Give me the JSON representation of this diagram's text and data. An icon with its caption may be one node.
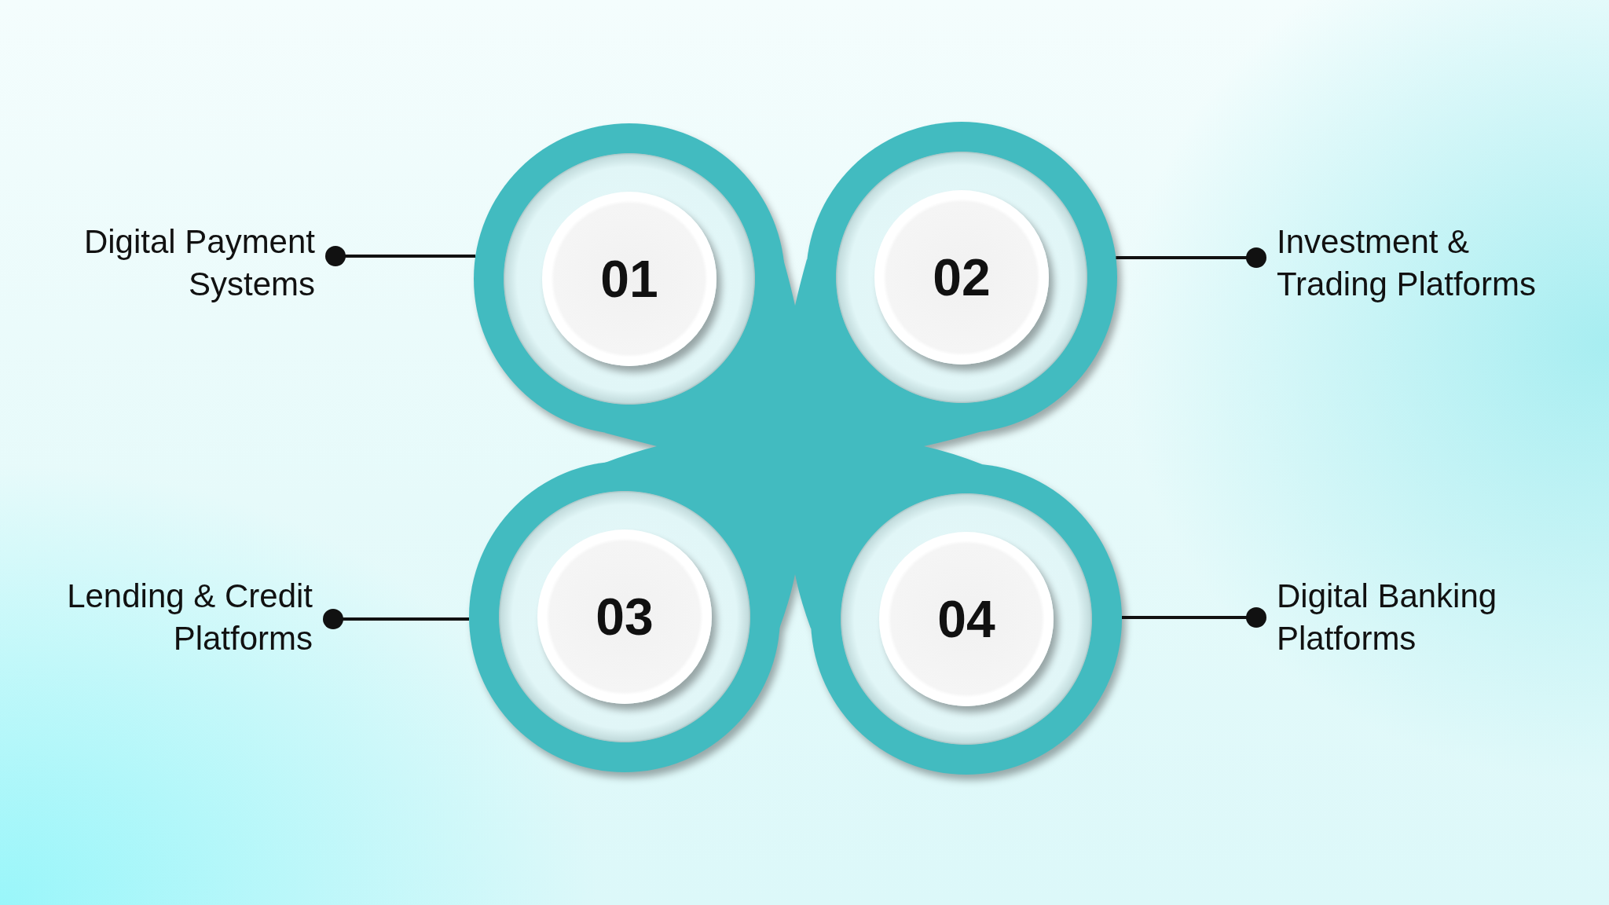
{
  "diagram": {
    "nodes": [
      {
        "text": [
          "Digital Payment Systems"
        ]
      },
      {
        "text": [
          "01"
        ]
      },
      {
        "text": [
          "02"
        ]
      },
      {
        "text": [
          "Investment & Trading Platforms"
        ]
      },
      {
        "text": [
          "Lending & Credit Platforms"
        ]
      },
      {
        "text": [
          "03"
        ]
      },
      {
        "text": [
          "04"
        ]
      },
      {
        "text": [
          "Digital Banking Platforms"
        ]
      }
    ],
    "edges": [
      {
        "from": 0,
        "to": 1,
        "arrow": "other"
      },
      {
        "from": 3,
        "to": 2,
        "arrow": "other"
      },
      {
        "from": 4,
        "to": 5,
        "arrow": "other"
      },
      {
        "from": 7,
        "to": 6,
        "arrow": "other"
      }
    ]
  }
}
